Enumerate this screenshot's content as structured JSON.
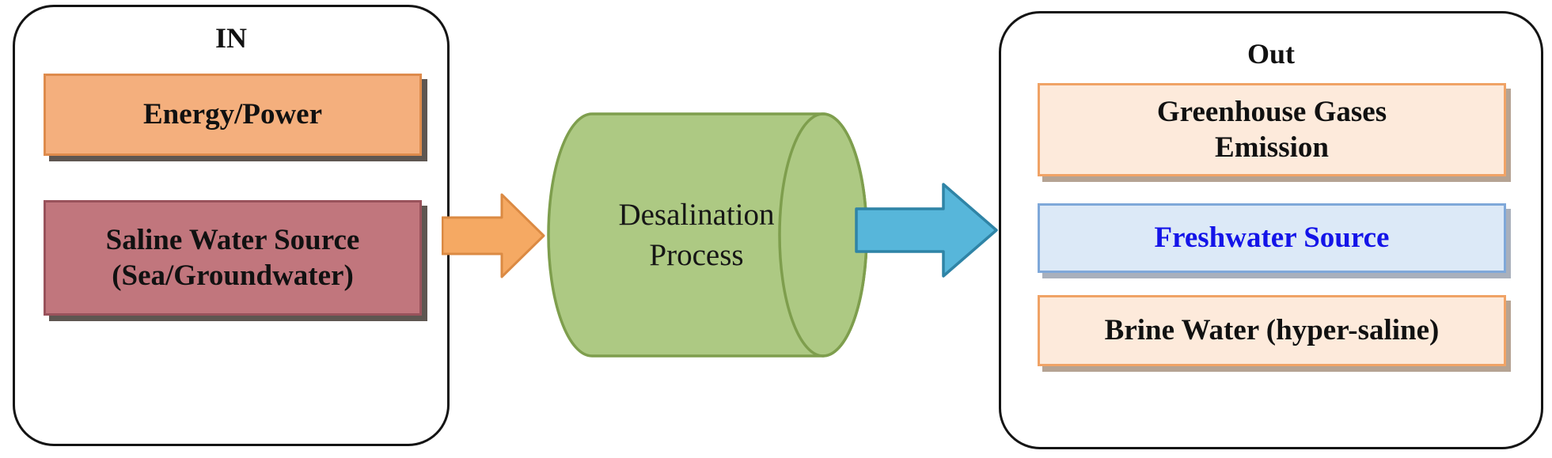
{
  "diagram": {
    "in_panel": {
      "title": "IN",
      "boxes": [
        {
          "label": "Energy/Power"
        },
        {
          "label": "Saline Water Source (Sea/Groundwater)"
        }
      ]
    },
    "process": {
      "label": "Desalination Process"
    },
    "out_panel": {
      "title": "Out",
      "boxes": [
        {
          "label": "Greenhouse Gases Emission"
        },
        {
          "label": "Freshwater Source"
        },
        {
          "label": "Brine Water (hyper-saline)"
        }
      ]
    },
    "colors": {
      "panel_border": "#141414",
      "energy_box_fill": "#F4AF7D",
      "energy_box_border": "#DE8B4C",
      "saline_box_fill": "#C1767D",
      "saline_box_border": "#99525B",
      "cylinder_fill": "#ADC983",
      "cylinder_border": "#7E9E4D",
      "in_arrow_fill": "#F5A963",
      "in_arrow_border": "#DB8A43",
      "out_arrow_fill": "#57B6DA",
      "out_arrow_border": "#2F84A6",
      "greenhouse_box_fill": "#FDEADB",
      "greenhouse_box_border": "#F0A366",
      "freshwater_box_fill": "#DCE9F7",
      "freshwater_box_border": "#7FA8D9",
      "freshwater_text": "#1414E8",
      "brine_box_fill": "#FDEADB",
      "brine_box_border": "#F0A366"
    }
  }
}
